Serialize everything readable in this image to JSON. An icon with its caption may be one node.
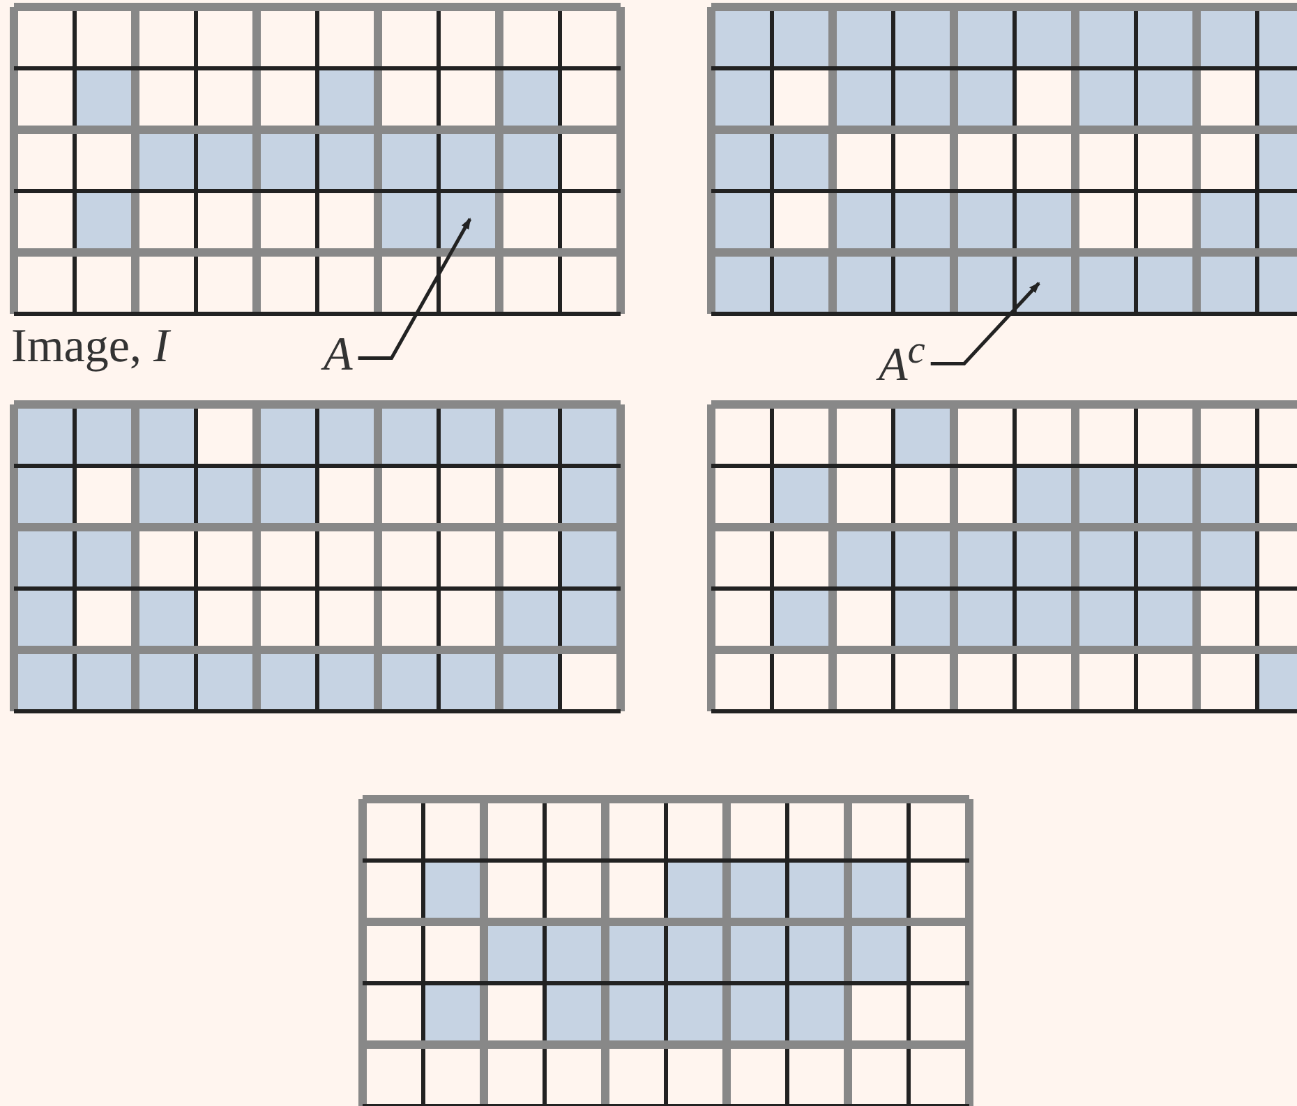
{
  "diagram": {
    "nodes": [
      {
        "text": [],
        "shape": "grid",
        "beside": [
          "Image, *I*"
        ]
      },
      {
        "text": [],
        "shape": "grid"
      },
      {
        "text": [
          "A"
        ]
      },
      {
        "text": [
          "A$^{c}$"
        ]
      },
      {
        "text": [],
        "shape": "grid"
      },
      {
        "text": [],
        "shape": "grid"
      },
      {
        "text": [],
        "shape": "grid"
      }
    ],
    "edges": [
      {
        "from": 2,
        "to": 0,
        "arrow": "to"
      },
      {
        "from": 3,
        "to": 1,
        "arrow": "to"
      }
    ]
  }
}
